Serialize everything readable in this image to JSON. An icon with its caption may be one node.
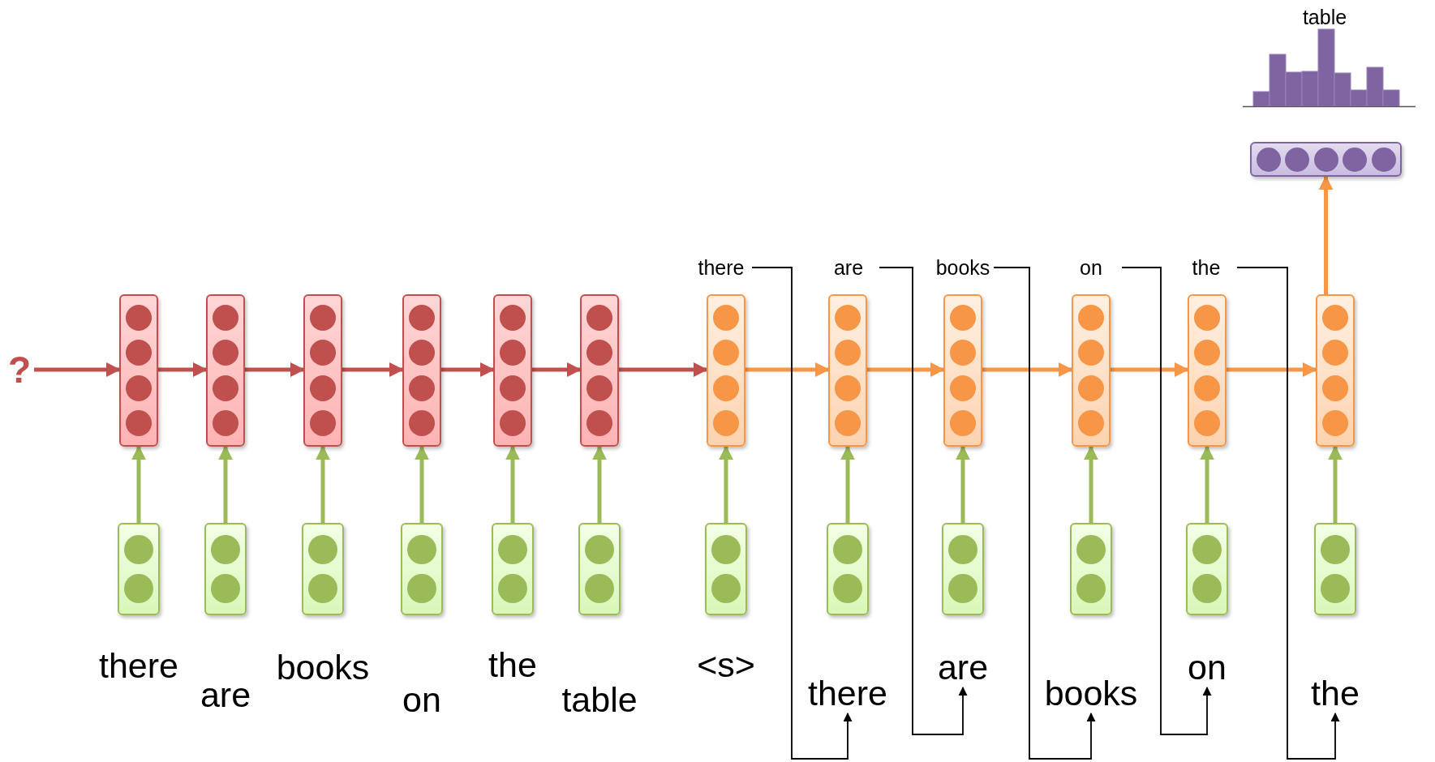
{
  "diagram": {
    "nodes": [
      {
        "text": [
          "?"
        ]
      },
      {
        "text": [],
        "shape": "box"
      },
      {
        "text": [],
        "shape": "box"
      },
      {
        "text": [],
        "shape": "box"
      },
      {
        "text": [],
        "shape": "box"
      },
      {
        "text": [],
        "shape": "box"
      },
      {
        "text": [],
        "shape": "box"
      },
      {
        "text": [],
        "shape": "box"
      },
      {
        "text": [],
        "shape": "box"
      },
      {
        "text": [],
        "shape": "box"
      },
      {
        "text": [],
        "shape": "box"
      },
      {
        "text": [],
        "shape": "box"
      },
      {
        "text": [],
        "shape": "box"
      },
      {
        "text": [],
        "shape": "box"
      },
      {
        "text": [
          "there"
        ]
      },
      {
        "text": [
          "are"
        ]
      },
      {
        "text": [
          "books"
        ]
      },
      {
        "text": [
          "on"
        ]
      },
      {
        "text": [
          "the"
        ]
      },
      {
        "text": [],
        "shape": "box",
        "beside": [
          "there"
        ]
      },
      {
        "text": [],
        "shape": "box",
        "beside": [
          "are"
        ]
      },
      {
        "text": [],
        "shape": "box",
        "beside": [
          "books"
        ]
      },
      {
        "text": [],
        "shape": "box",
        "beside": [
          "on"
        ]
      },
      {
        "text": [],
        "shape": "box",
        "beside": [
          "the"
        ]
      },
      {
        "text": [],
        "shape": "box",
        "beside": [
          "table"
        ]
      },
      {
        "text": [],
        "shape": "box",
        "beside": [
          "<s>"
        ]
      },
      {
        "text": [],
        "shape": "box"
      },
      {
        "text": [],
        "shape": "box"
      },
      {
        "text": [],
        "shape": "box"
      },
      {
        "text": [],
        "shape": "box"
      },
      {
        "text": [],
        "shape": "box"
      },
      {
        "text": [
          "there"
        ]
      },
      {
        "text": [
          "are"
        ]
      },
      {
        "text": [
          "books"
        ]
      },
      {
        "text": [
          "on"
        ]
      },
      {
        "text": [
          "the"
        ]
      }
    ],
    "edges": [
      {
        "from": 0,
        "to": 1,
        "arrow": "to",
        "color": "#c0504d"
      },
      {
        "from": 1,
        "to": 2,
        "arrow": "to",
        "color": "#c0504d"
      },
      {
        "from": 2,
        "to": 3,
        "arrow": "to",
        "color": "#c0504d"
      },
      {
        "from": 3,
        "to": 4,
        "arrow": "to",
        "color": "#c0504d"
      },
      {
        "from": 4,
        "to": 5,
        "arrow": "to",
        "color": "#c0504d"
      },
      {
        "from": 5,
        "to": 6,
        "arrow": "to",
        "color": "#c0504d"
      },
      {
        "from": 6,
        "to": 7,
        "arrow": "to",
        "color": "#c0504d"
      },
      {
        "from": 7,
        "to": 8,
        "arrow": "to",
        "color": "#f79646"
      },
      {
        "from": 8,
        "to": 9,
        "arrow": "to",
        "color": "#f79646"
      },
      {
        "from": 9,
        "to": 10,
        "arrow": "to",
        "color": "#f79646"
      },
      {
        "from": 10,
        "to": 11,
        "arrow": "to",
        "color": "#f79646"
      },
      {
        "from": 11,
        "to": 12,
        "arrow": "to",
        "color": "#f79646"
      },
      {
        "from": 12,
        "to": 13,
        "arrow": "to",
        "color": "#f79646"
      },
      {
        "from": 19,
        "to": 1,
        "arrow": "to"
      },
      {
        "from": 20,
        "to": 2,
        "arrow": "to"
      },
      {
        "from": 21,
        "to": 3,
        "arrow": "to"
      },
      {
        "from": 22,
        "to": 4,
        "arrow": "to"
      },
      {
        "from": 23,
        "to": 5,
        "arrow": "to"
      },
      {
        "from": 24,
        "to": 6,
        "arrow": "to"
      },
      {
        "from": 25,
        "to": 7,
        "arrow": "to"
      },
      {
        "from": 26,
        "to": 8,
        "arrow": "to"
      },
      {
        "from": 27,
        "to": 9,
        "arrow": "to"
      },
      {
        "from": 28,
        "to": 10,
        "arrow": "to"
      },
      {
        "from": 29,
        "to": 11,
        "arrow": "to"
      },
      {
        "from": 30,
        "to": 12,
        "arrow": "to"
      },
      {
        "from": 14,
        "to": 31,
        "arrow": "to",
        "color": "#000000"
      },
      {
        "from": 15,
        "to": 32,
        "arrow": "to",
        "color": "#000000"
      },
      {
        "from": 16,
        "to": 33,
        "arrow": "to",
        "color": "#000000"
      },
      {
        "from": 17,
        "to": 34,
        "arrow": "to",
        "color": "#000000"
      },
      {
        "from": 18,
        "to": 35,
        "arrow": "to",
        "color": "#000000"
      }
    ],
    "labels": [
      "table"
    ]
  }
}
